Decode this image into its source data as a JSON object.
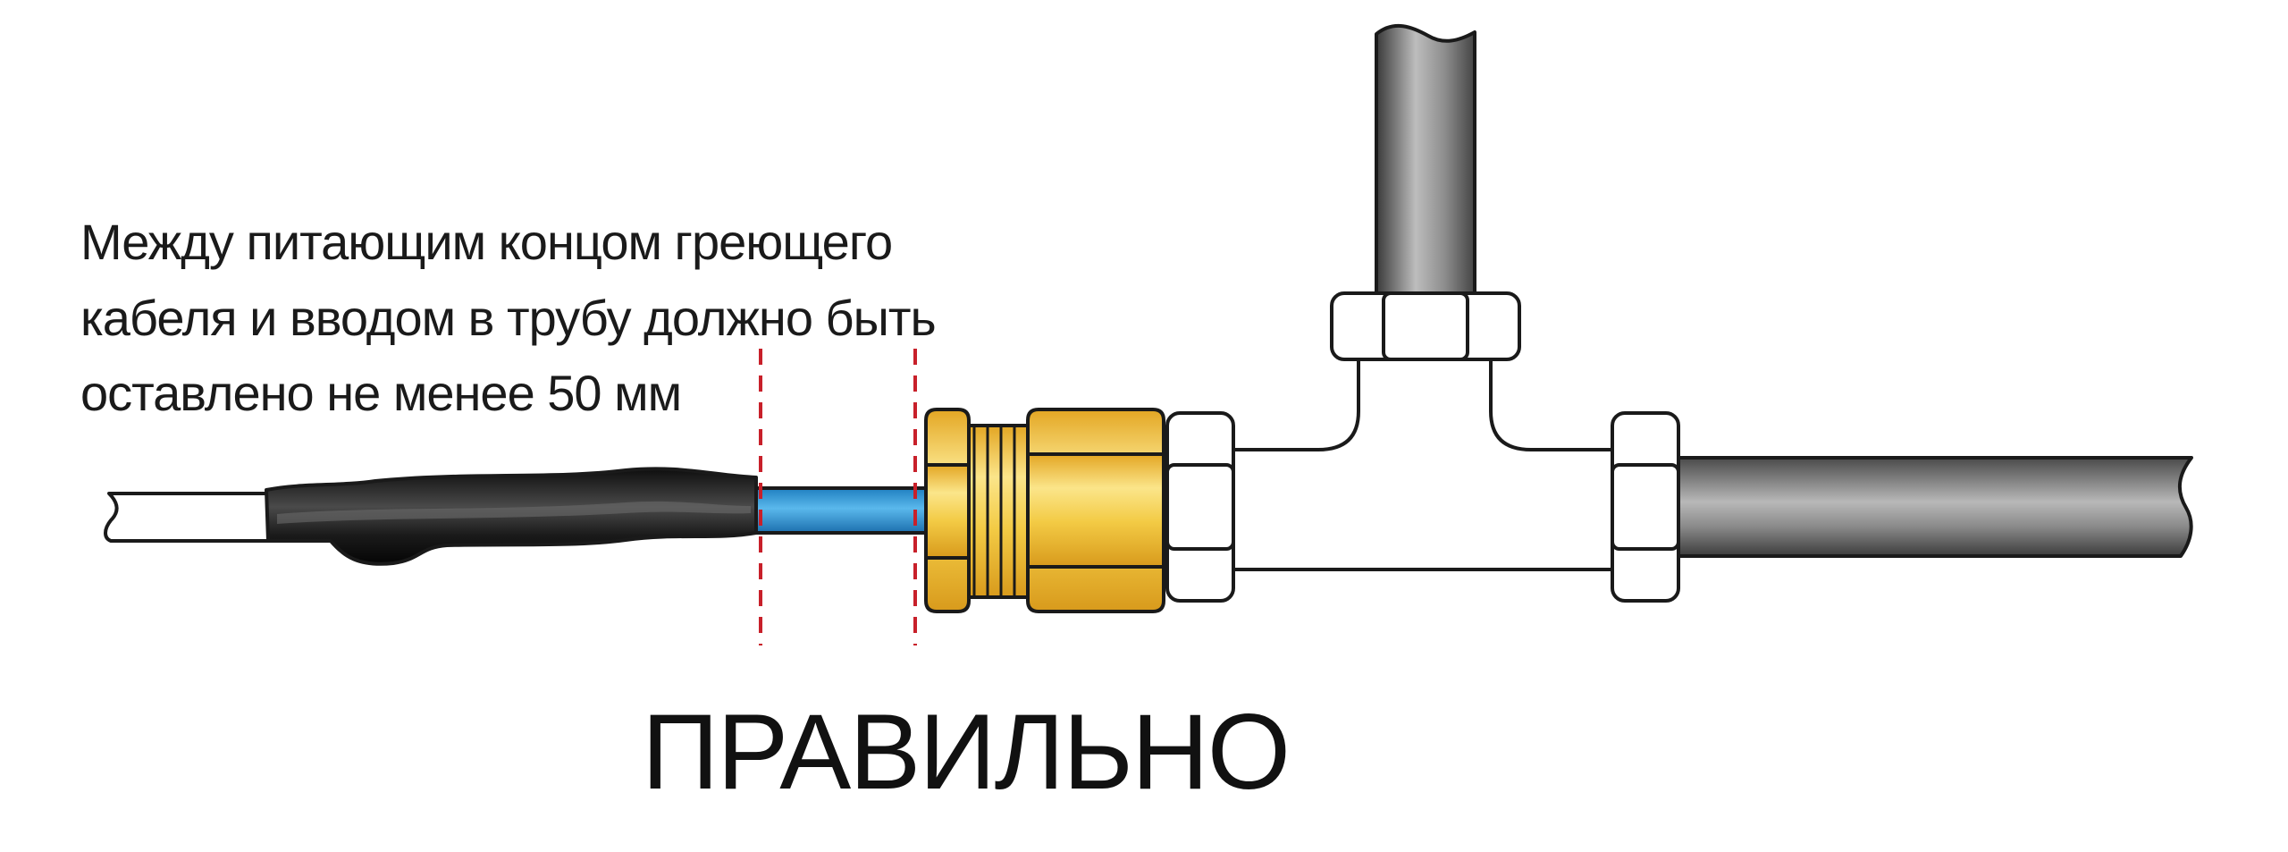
{
  "note": {
    "lines": [
      "Между питающим концом греющего",
      "кабеля и вводом в трубу должно быть",
      "оставлено не менее 50 мм"
    ]
  },
  "verdict": "ПРАВИЛЬНО",
  "colors": {
    "cable_jacket": "#111111",
    "cable_core": "#2f9ad6",
    "brass": "#e6b830",
    "brass_light": "#fbe58a",
    "pipe": "#6e6e6e",
    "guide_line": "#c8202a"
  },
  "parts": {
    "power_cable": "power-cable-icon",
    "heating_cable": "heating-cable-icon",
    "gland": "cable-gland-icon",
    "tee": "tee-fitting-icon",
    "pipe": "pipe-icon"
  }
}
